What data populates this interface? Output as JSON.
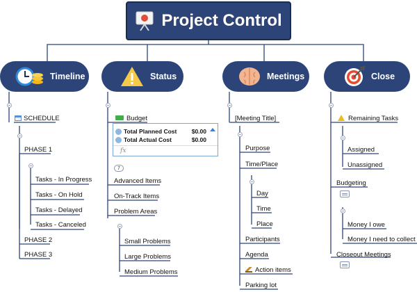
{
  "root": {
    "title": "Project Control",
    "icon": "presentation-board-icon"
  },
  "branches": {
    "timeline": {
      "label": "Timeline",
      "icon": "alarm-clock-coins-icon"
    },
    "status": {
      "label": "Status",
      "icon": "warning-triangle-icon"
    },
    "meetings": {
      "label": "Meetings",
      "icon": "brain-icon"
    },
    "close": {
      "label": "Close",
      "icon": "target-arrow-icon"
    }
  },
  "timeline": {
    "schedule": "SCHEDULE",
    "phase1": "PHASE 1",
    "tasks": [
      "Tasks - In Progress",
      "Tasks - On Hold",
      "Tasks - Delayed",
      "Tasks - Canceled"
    ],
    "phase2": "PHASE 2",
    "phase3": "PHASE 3"
  },
  "status": {
    "budget": "Budget",
    "budget_table": {
      "rows": [
        {
          "label": "Total Planned Cost",
          "value": "$0.00"
        },
        {
          "label": "Total Actual Cost",
          "value": "$0.00"
        }
      ],
      "formula": "fx",
      "hidden_count": "7"
    },
    "advanced": "Advanced Items",
    "ontrack": "On-Track Items",
    "problem": "Problem Areas",
    "problems": [
      "Small Problems",
      "Large Problems",
      "Medium Problems"
    ]
  },
  "meetings": {
    "title": "[Meeting Title]",
    "purpose": "Purpose",
    "timeplace": "Time/Place",
    "tp": [
      "Day",
      "Time",
      "Place"
    ],
    "participants": "Participants",
    "agenda": "Agenda",
    "action": "Action items",
    "parking": "Parking lot"
  },
  "close": {
    "remaining": "Remaining Tasks",
    "rt": [
      "Assigned",
      "Unassigned"
    ],
    "budgeting": "Budgeting",
    "money": [
      "Money I owe",
      "Money I need to collect"
    ],
    "closeout": "Closeout Meetings"
  },
  "colors": {
    "primary": "#2c4478",
    "line": "#2c4478",
    "note_border": "#7aa6d6"
  }
}
